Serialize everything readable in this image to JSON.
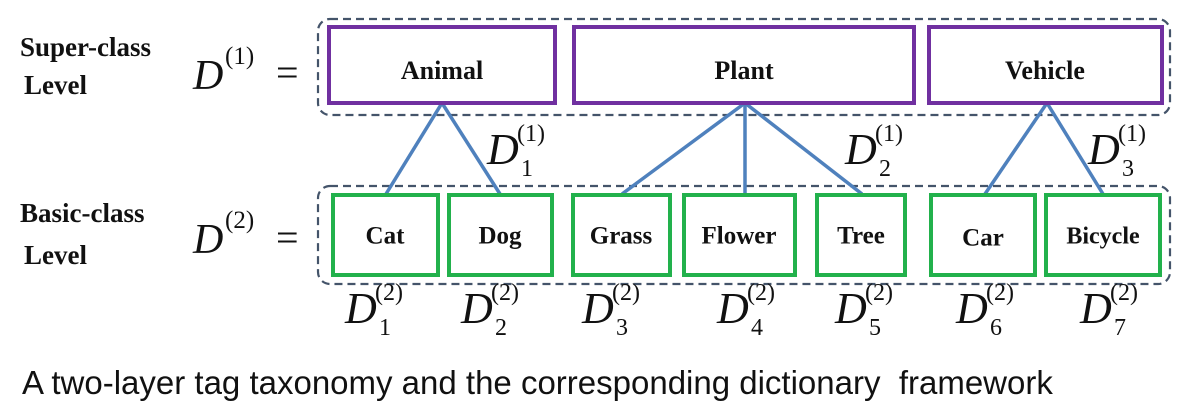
{
  "super_level": {
    "label_line1": "Super-class",
    "label_line2": "Level",
    "dict_symbol": "D",
    "dict_superscript": "(1)",
    "equals": "=",
    "classes": [
      "Animal",
      "Plant",
      "Vehicle"
    ],
    "sub_dictionaries": [
      {
        "symbol": "D",
        "sub": "1",
        "sup": "(1)"
      },
      {
        "symbol": "D",
        "sub": "2",
        "sup": "(1)"
      },
      {
        "symbol": "D",
        "sub": "3",
        "sup": "(1)"
      }
    ]
  },
  "basic_level": {
    "label_line1": "Basic-class",
    "label_line2": "Level",
    "dict_symbol": "D",
    "dict_superscript": "(2)",
    "equals": "=",
    "classes": [
      "Cat",
      "Dog",
      "Grass",
      "Flower",
      "Tree",
      "Car",
      "Bicycle"
    ],
    "sub_dictionaries": [
      {
        "symbol": "D",
        "sub": "1",
        "sup": "(2)"
      },
      {
        "symbol": "D",
        "sub": "2",
        "sup": "(2)"
      },
      {
        "symbol": "D",
        "sub": "3",
        "sup": "(2)"
      },
      {
        "symbol": "D",
        "sub": "4",
        "sup": "(2)"
      },
      {
        "symbol": "D",
        "sub": "5",
        "sup": "(2)"
      },
      {
        "symbol": "D",
        "sub": "6",
        "sup": "(2)"
      },
      {
        "symbol": "D",
        "sub": "7",
        "sup": "(2)"
      }
    ]
  },
  "hierarchy": {
    "Animal": [
      "Cat",
      "Dog"
    ],
    "Plant": [
      "Grass",
      "Flower",
      "Tree"
    ],
    "Vehicle": [
      "Car",
      "Bicycle"
    ]
  },
  "colors": {
    "super_box": "#7030A0",
    "basic_box": "#22B14C",
    "edge": "#4F81BD",
    "dashed_group": "#44546A"
  },
  "caption": "A two-layer tag taxonomy and the corresponding dictionary  framework"
}
